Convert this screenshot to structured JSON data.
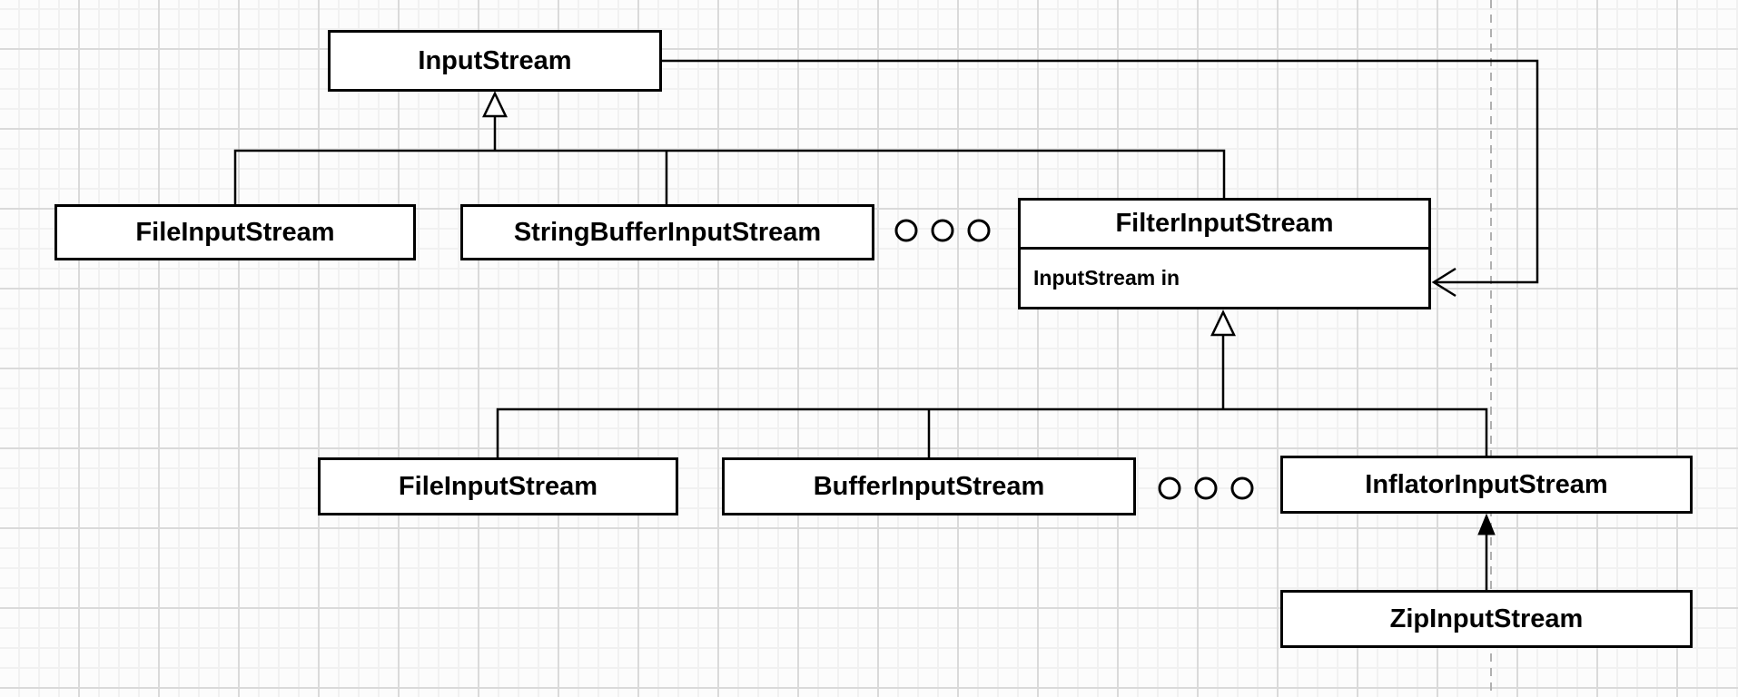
{
  "canvas": {
    "type": "diagram-grid-canvas",
    "colors": {
      "bg": "#fcfcfc",
      "minor": "#f1f1f1",
      "major": "#dadada",
      "line": "#000000",
      "node-fill": "#ffffff",
      "guide": "#b0b0b0",
      "text": "#000000"
    }
  },
  "nodes": {
    "input_stream": {
      "label": "InputStream"
    },
    "file_input_stream_top": {
      "label": "FileInputStream"
    },
    "string_buffer_input_stream": {
      "label": "StringBufferInputStream"
    },
    "filter_input_stream": {
      "label": "FilterInputStream",
      "field": "InputStream in"
    },
    "file_input_stream_bottom": {
      "label": "FileInputStream"
    },
    "buffer_input_stream": {
      "label": "BufferInputStream"
    },
    "inflator_input_stream": {
      "label": "InflatorInputStream"
    },
    "zip_input_stream": {
      "label": "ZipInputStream"
    }
  },
  "ellipsis": {
    "row1_count": 3,
    "row2_count": 3
  },
  "edges": [
    {
      "type": "generalization",
      "from": "FileInputStream, StringBufferInputStream, FilterInputStream",
      "to": "InputStream",
      "head": "hollow-triangle"
    },
    {
      "type": "association",
      "from": "InputStream",
      "to": "FilterInputStream.InputStream in",
      "head": "open-arrow"
    },
    {
      "type": "generalization",
      "from": "FileInputStream, BufferInputStream, InflatorInputStream",
      "to": "FilterInputStream",
      "head": "hollow-triangle"
    },
    {
      "type": "directed",
      "from": "ZipInputStream",
      "to": "InflatorInputStream",
      "head": "solid-triangle"
    }
  ]
}
